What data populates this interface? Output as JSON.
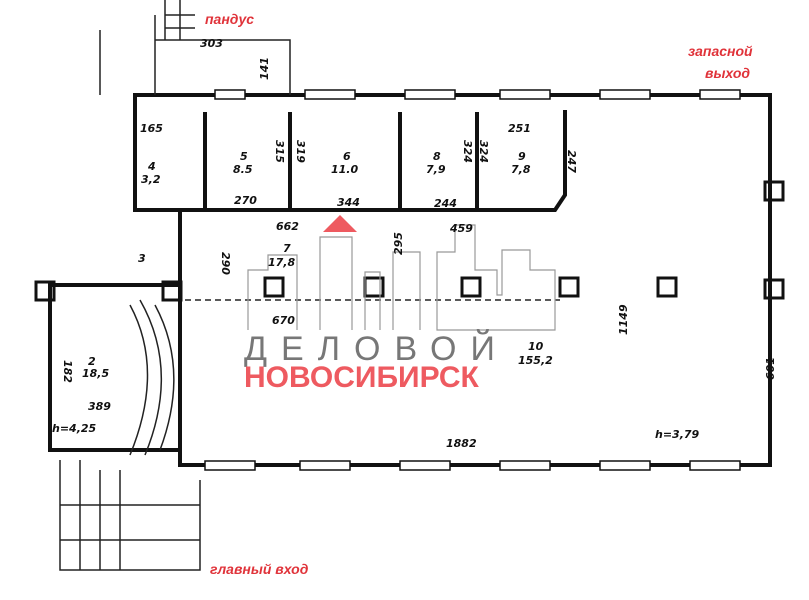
{
  "labels": {
    "ramp": "пандус",
    "emergency_exit_1": "запасной",
    "emergency_exit_2": "выход",
    "main_entrance": "главный вход"
  },
  "logo": {
    "line1": "ДЕЛОВОЙ",
    "line2": "НОВОСИБИРСК",
    "accent": "#ee5a60"
  },
  "rooms": [
    {
      "num": "2",
      "area": "18,5"
    },
    {
      "num": "3"
    },
    {
      "num": "4",
      "area": "3,2"
    },
    {
      "num": "5",
      "area": "8.5"
    },
    {
      "num": "6",
      "area": "11.0"
    },
    {
      "num": "7",
      "area": "17,8"
    },
    {
      "num": "8",
      "area": "7,9"
    },
    {
      "num": "9",
      "area": "7,8"
    },
    {
      "num": "10",
      "area": "155,2"
    }
  ],
  "dimensions": [
    "303",
    "141",
    "165",
    "315",
    "319",
    "324",
    "324",
    "251",
    "247",
    "270",
    "344",
    "244",
    "662",
    "459",
    "290",
    "295",
    "670",
    "1149",
    "601",
    "182",
    "389",
    "1882"
  ],
  "heights": [
    "h=4,25",
    "h=3,79"
  ]
}
